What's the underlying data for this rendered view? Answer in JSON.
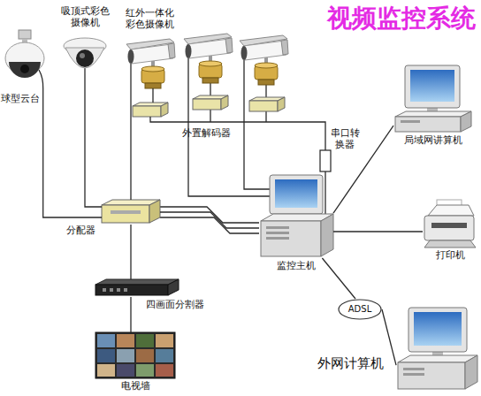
{
  "diagram": {
    "title": "视频监控系统",
    "nodes": [
      {
        "text": [
          "球型云台"
        ]
      },
      {
        "text": [
          "吸顶式彩色 摄像机"
        ]
      },
      {
        "text": [
          "红外一体化 彩色摄像机"
        ]
      },
      {
        "text": [
          "外置解码器"
        ]
      },
      {
        "text": [
          "串口转 换器"
        ]
      },
      {
        "text": [
          "局域网讲算机"
        ]
      },
      {
        "text": [
          "分配器"
        ]
      },
      {
        "text": [
          "监控主机"
        ]
      },
      {
        "text": [
          "打印机"
        ]
      },
      {
        "text": [
          "四画面分割器"
        ]
      },
      {
        "text": [
          "ADSL"
        ]
      },
      {
        "text": [
          "外网计算机"
        ]
      },
      {
        "text": [
          "电视墙"
        ]
      }
    ],
    "edges": [
      {
        "from": 0,
        "to": 6,
        "arrow": "none"
      },
      {
        "from": 1,
        "to": 6,
        "arrow": "none"
      },
      {
        "from": 2,
        "to": 3,
        "arrow": "none"
      },
      {
        "from": 2,
        "to": 6,
        "arrow": "none"
      },
      {
        "from": 3,
        "to": 4,
        "arrow": "none"
      },
      {
        "from": 4,
        "to": 7,
        "arrow": "none"
      },
      {
        "from": 6,
        "to": 7,
        "arrow": "none"
      },
      {
        "from": 7,
        "to": 5,
        "arrow": "none"
      },
      {
        "from": 7,
        "to": 8,
        "arrow": "none"
      },
      {
        "from": 7,
        "to": 10,
        "arrow": "none"
      },
      {
        "from": 10,
        "to": 11,
        "arrow": "none"
      },
      {
        "from": 6,
        "to": 9,
        "arrow": "none"
      },
      {
        "from": 9,
        "to": 12,
        "arrow": "none"
      }
    ]
  }
}
